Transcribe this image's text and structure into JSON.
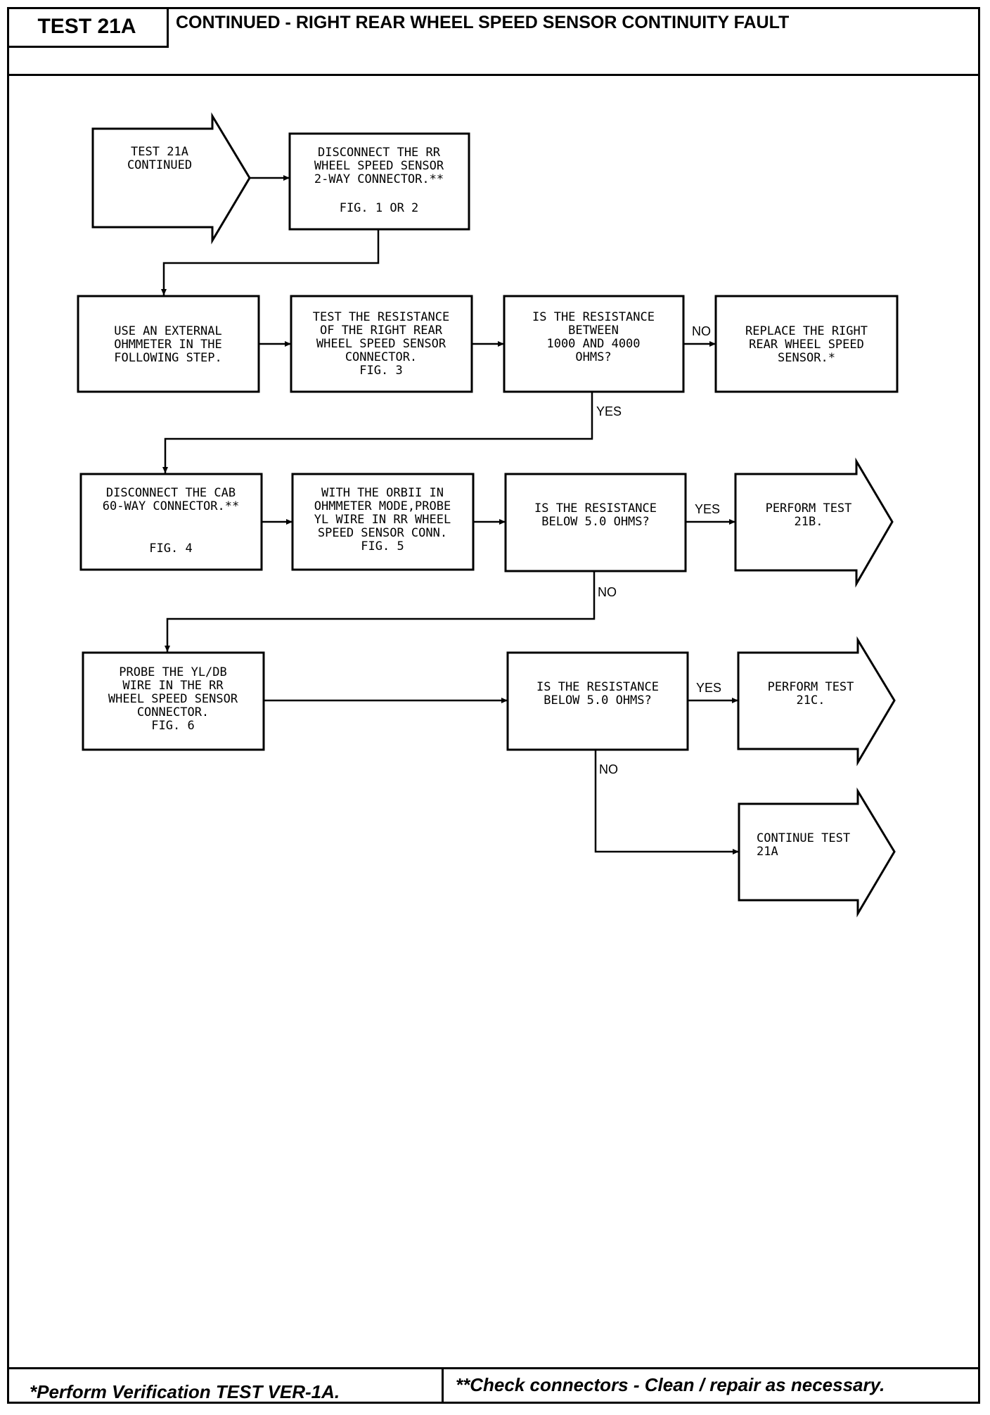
{
  "header": {
    "test_id": "TEST 21A",
    "title": "CONTINUED - RIGHT REAR WHEEL SPEED SENSOR CONTINUITY FAULT"
  },
  "flow": {
    "start": {
      "lines": [
        "TEST 21A",
        "CONTINUED"
      ]
    },
    "disconnect_rr": {
      "lines": [
        "DISCONNECT THE RR",
        "WHEEL SPEED SENSOR",
        "2-WAY CONNECTOR.**",
        "FIG. 1 OR 2"
      ]
    },
    "external_ohmmeter": {
      "lines": [
        "USE AN EXTERNAL",
        "OHMMETER IN THE",
        "FOLLOWING STEP."
      ]
    },
    "test_resistance": {
      "lines": [
        "TEST THE RESISTANCE",
        "OF THE RIGHT REAR",
        "WHEEL SPEED SENSOR",
        "CONNECTOR.",
        "FIG. 3"
      ]
    },
    "is_between": {
      "lines": [
        "IS THE RESISTANCE",
        "BETWEEN",
        "1000 AND 4000",
        "OHMS?"
      ]
    },
    "replace_sensor": {
      "lines": [
        "REPLACE THE RIGHT",
        "REAR WHEEL SPEED",
        "SENSOR.*"
      ]
    },
    "disconnect_cab": {
      "lines": [
        "DISCONNECT THE CAB",
        "60-WAY CONNECTOR.**",
        "FIG. 4"
      ]
    },
    "orbii_probe": {
      "lines": [
        "WITH THE ORBII IN",
        "OHMMETER MODE,PROBE",
        "YL WIRE IN RR WHEEL",
        "SPEED SENSOR CONN.",
        "FIG. 5"
      ]
    },
    "is_below_1": {
      "lines": [
        "IS THE RESISTANCE",
        "BELOW 5.0 OHMS?"
      ]
    },
    "perform_21b": {
      "lines": [
        "PERFORM TEST",
        "21B."
      ]
    },
    "probe_yl_db": {
      "lines": [
        "PROBE THE YL/DB",
        "WIRE IN THE RR",
        "WHEEL SPEED SENSOR",
        "CONNECTOR.",
        "FIG. 6"
      ]
    },
    "is_below_2": {
      "lines": [
        "IS THE RESISTANCE",
        "BELOW 5.0 OHMS?"
      ]
    },
    "perform_21c": {
      "lines": [
        "PERFORM TEST",
        "21C."
      ]
    },
    "continue_21a": {
      "lines": [
        "CONTINUE TEST",
        "21A"
      ]
    },
    "labels": {
      "no": "NO",
      "yes": "YES"
    }
  },
  "footer": {
    "left": "*Perform Verification TEST VER-1A.",
    "right": "**Check connectors - Clean / repair as necessary."
  }
}
